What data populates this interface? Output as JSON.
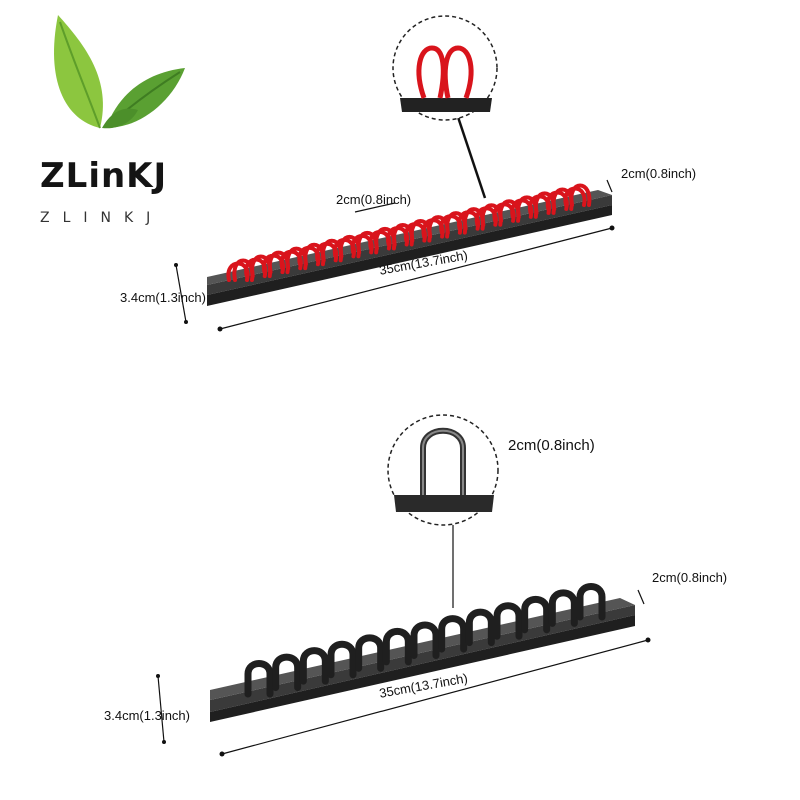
{
  "brand": {
    "name": "ZLinKJ",
    "subtitle": "ZLINKJ",
    "logo_icon": "green-leaves-icon",
    "leaf_colors": [
      "#8cc63f",
      "#4f9a2b"
    ]
  },
  "products": [
    {
      "variant": "red",
      "clip_color": "#d9141c",
      "rail_color": "#2b2b2b",
      "dims": {
        "clip_spacing": "2cm(0.8inch)",
        "rail_width": "2cm(0.8inch)",
        "height": "3.4cm(1.3inch)",
        "length": "35cm(13.7inch)"
      }
    },
    {
      "variant": "black",
      "clip_color": "#1f1f1f",
      "rail_color": "#2b2b2b",
      "dims": {
        "clip_width": "2cm(0.8inch)",
        "rail_width": "2cm(0.8inch)",
        "height": "3.4cm(1.3inch)",
        "length": "35cm(13.7inch)"
      }
    }
  ]
}
